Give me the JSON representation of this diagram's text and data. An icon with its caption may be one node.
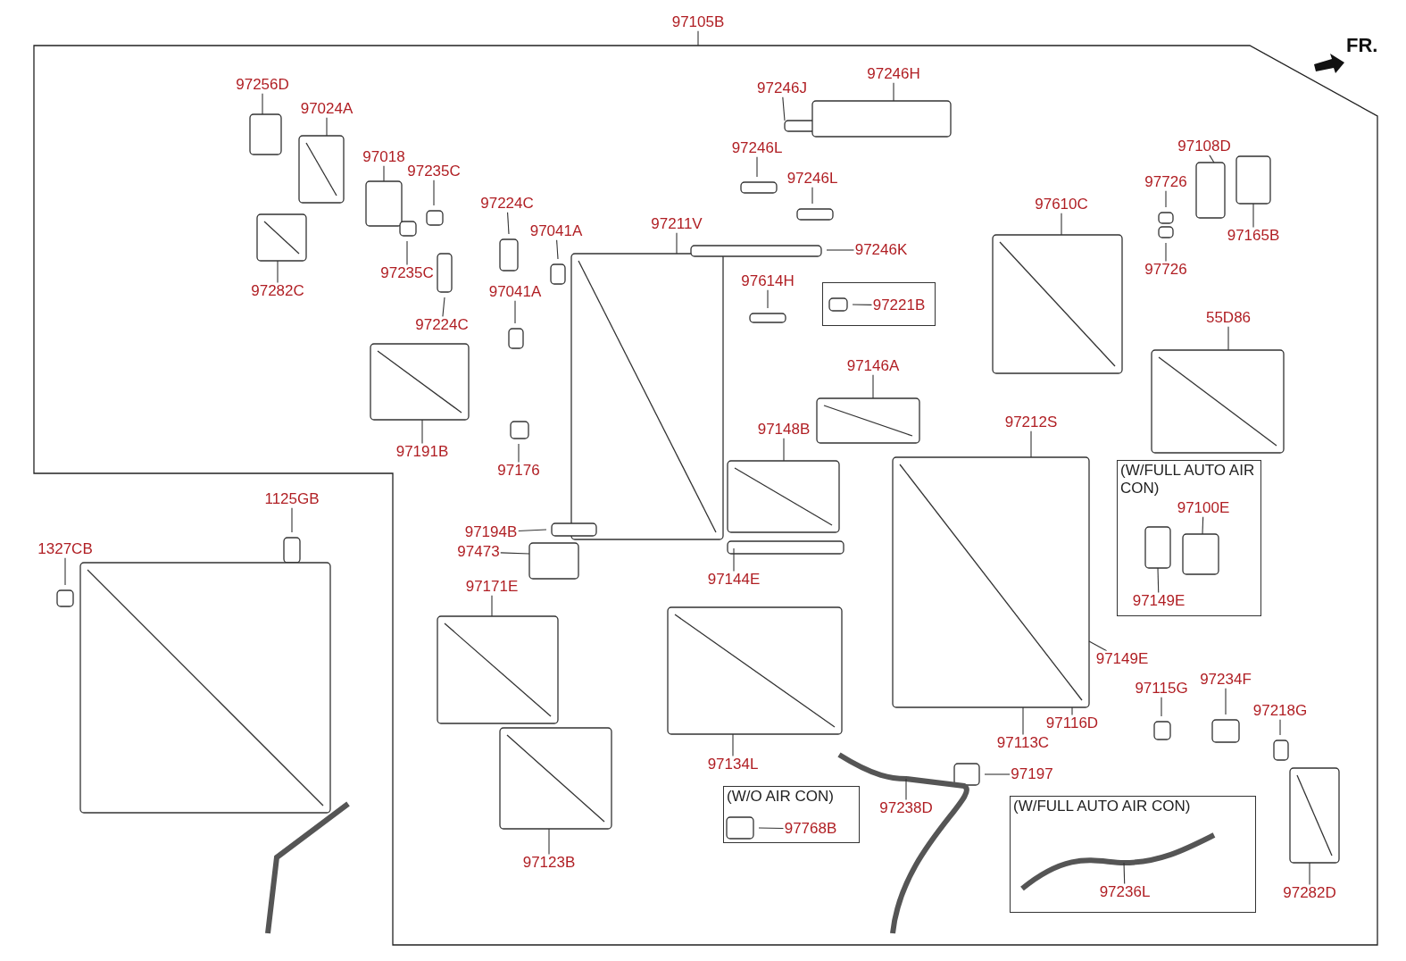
{
  "diagram": {
    "nodes": [
      {
        "text": [
          "97105B"
        ]
      },
      {
        "text": [
          "97256D"
        ]
      },
      {
        "text": [
          "97024A"
        ]
      },
      {
        "text": [
          "97018"
        ]
      },
      {
        "text": [
          "97235C"
        ]
      },
      {
        "text": [
          "97224C"
        ]
      },
      {
        "text": [
          "97041A"
        ]
      },
      {
        "text": [
          "97282C"
        ]
      },
      {
        "text": [
          "97235C"
        ]
      },
      {
        "text": [
          "97224C"
        ]
      },
      {
        "text": [
          "97041A"
        ]
      },
      {
        "text": [
          "97211V"
        ]
      },
      {
        "text": [
          "97246J"
        ]
      },
      {
        "text": [
          "97246H"
        ]
      },
      {
        "text": [
          "97246L"
        ]
      },
      {
        "text": [
          "97246L"
        ]
      },
      {
        "text": [
          "97246K"
        ]
      },
      {
        "text": [
          "97614H"
        ]
      },
      {
        "text": [],
        "shape": "box"
      },
      {
        "text": [
          "97221B"
        ],
        "in": 18
      },
      {
        "text": [
          "97146A"
        ]
      },
      {
        "text": [
          "97191B"
        ]
      },
      {
        "text": [
          "97176"
        ]
      },
      {
        "text": [
          "97148B"
        ]
      },
      {
        "text": [
          "97108D"
        ]
      },
      {
        "text": [
          "97726"
        ]
      },
      {
        "text": [
          "97726"
        ]
      },
      {
        "text": [
          "97165B"
        ]
      },
      {
        "text": [
          "97610C"
        ]
      },
      {
        "text": [
          "55D86"
        ]
      },
      {
        "text": [
          "97212S"
        ]
      },
      {
        "text": [
          "(W/FULL AUTO AIR CON)"
        ]
      },
      {
        "text": [
          "97100E"
        ],
        "in": 31
      },
      {
        "text": [
          "97149E"
        ],
        "in": 31
      },
      {
        "text": [
          "1125GB"
        ]
      },
      {
        "text": [
          "1327CB"
        ]
      },
      {
        "text": [
          "97194B"
        ]
      },
      {
        "text": [
          "97473"
        ]
      },
      {
        "text": [
          "97171E"
        ]
      },
      {
        "text": [
          "97144E"
        ]
      },
      {
        "text": [
          "97134L"
        ]
      },
      {
        "text": [
          "97123B"
        ]
      },
      {
        "text": [
          "97149E"
        ]
      },
      {
        "text": [
          "97234F"
        ]
      },
      {
        "text": [
          "97115G"
        ]
      },
      {
        "text": [
          "97218G"
        ]
      },
      {
        "text": [
          "97116D"
        ]
      },
      {
        "text": [
          "97113C"
        ]
      },
      {
        "text": [
          "97197"
        ]
      },
      {
        "text": [
          "97238D"
        ]
      },
      {
        "text": [
          "(W/O AIR CON)"
        ]
      },
      {
        "text": [
          "97768B"
        ],
        "in": 50
      },
      {
        "text": [
          "(W/FULL AUTO AIR CON)"
        ]
      },
      {
        "text": [
          "97236L"
        ],
        "in": 52
      },
      {
        "text": [
          "97282D"
        ]
      }
    ],
    "edges": [
      {
        "from": 0,
        "to": null,
        "arrow": "none"
      },
      {
        "from": 1,
        "to": null,
        "arrow": "none"
      },
      {
        "from": 2,
        "to": null,
        "arrow": "none"
      },
      {
        "from": 3,
        "to": null,
        "arrow": "none"
      },
      {
        "from": 4,
        "to": null,
        "arrow": "none"
      },
      {
        "from": 5,
        "to": null,
        "arrow": "none"
      },
      {
        "from": 6,
        "to": null,
        "arrow": "none"
      },
      {
        "from": 7,
        "to": null,
        "arrow": "none"
      },
      {
        "from": 8,
        "to": null,
        "arrow": "none"
      },
      {
        "from": 9,
        "to": null,
        "arrow": "none"
      },
      {
        "from": 10,
        "to": null,
        "arrow": "none"
      },
      {
        "from": 11,
        "to": null,
        "arrow": "none"
      },
      {
        "from": 12,
        "to": null,
        "arrow": "none"
      },
      {
        "from": 13,
        "to": null,
        "arrow": "none"
      },
      {
        "from": 14,
        "to": null,
        "arrow": "none"
      },
      {
        "from": 15,
        "to": null,
        "arrow": "none"
      },
      {
        "from": 16,
        "to": null,
        "arrow": "none"
      },
      {
        "from": 17,
        "to": null,
        "arrow": "none"
      },
      {
        "from": 19,
        "to": null,
        "arrow": "none"
      },
      {
        "from": 20,
        "to": null,
        "arrow": "none"
      },
      {
        "from": 21,
        "to": null,
        "arrow": "none"
      },
      {
        "from": 22,
        "to": null,
        "arrow": "none"
      },
      {
        "from": 23,
        "to": null,
        "arrow": "none"
      },
      {
        "from": 24,
        "to": null,
        "arrow": "none"
      },
      {
        "from": 25,
        "to": null,
        "arrow": "none"
      },
      {
        "from": 26,
        "to": null,
        "arrow": "none"
      },
      {
        "from": 27,
        "to": null,
        "arrow": "none"
      },
      {
        "from": 28,
        "to": null,
        "arrow": "none"
      },
      {
        "from": 29,
        "to": null,
        "arrow": "none"
      },
      {
        "from": 30,
        "to": null,
        "arrow": "none"
      },
      {
        "from": 32,
        "to": null,
        "arrow": "none"
      },
      {
        "from": 33,
        "to": null,
        "arrow": "none"
      },
      {
        "from": 34,
        "to": null,
        "arrow": "none"
      },
      {
        "from": 35,
        "to": null,
        "arrow": "none"
      },
      {
        "from": 36,
        "to": null,
        "arrow": "none"
      },
      {
        "from": 37,
        "to": null,
        "arrow": "none"
      },
      {
        "from": 38,
        "to": null,
        "arrow": "none"
      },
      {
        "from": 39,
        "to": null,
        "arrow": "none"
      },
      {
        "from": 40,
        "to": null,
        "arrow": "none"
      },
      {
        "from": 41,
        "to": null,
        "arrow": "none"
      },
      {
        "from": 42,
        "to": null,
        "arrow": "none"
      },
      {
        "from": 43,
        "to": null,
        "arrow": "none"
      },
      {
        "from": 44,
        "to": null,
        "arrow": "none"
      },
      {
        "from": 45,
        "to": null,
        "arrow": "none"
      },
      {
        "from": 46,
        "to": null,
        "arrow": "none"
      },
      {
        "from": 47,
        "to": null,
        "arrow": "none"
      },
      {
        "from": 48,
        "to": null,
        "arrow": "none"
      },
      {
        "from": 49,
        "to": null,
        "arrow": "none"
      },
      {
        "from": 51,
        "to": null,
        "arrow": "none"
      },
      {
        "from": 53,
        "to": null,
        "arrow": "none"
      },
      {
        "from": 54,
        "to": null,
        "arrow": "none"
      }
    ],
    "labels": [
      "FR."
    ]
  }
}
